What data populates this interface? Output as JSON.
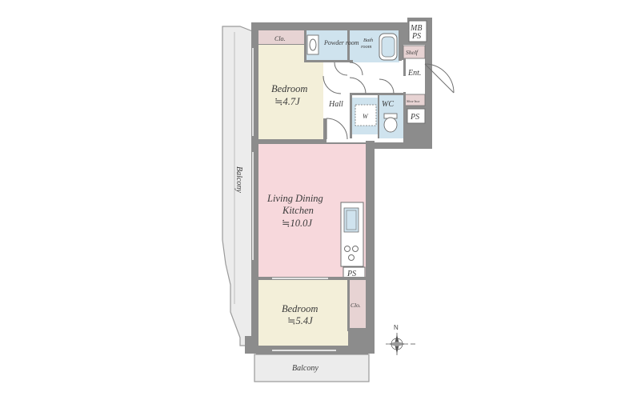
{
  "floor_plan": {
    "rooms": {
      "bedroom_north": {
        "name": "Bedroom",
        "size": "≒4.7J",
        "color": "#f3efd9"
      },
      "ldk": {
        "name_line1": "Living Dining",
        "name_line2": "Kitchen",
        "size": "≒10.0J",
        "color": "#f7d8dc"
      },
      "bedroom_south": {
        "name": "Bedroom",
        "size": "≒5.4J",
        "color": "#f3efd9"
      },
      "powder_room": {
        "name": "Powder room",
        "color": "#cfe3ee"
      },
      "bath_room": {
        "name_line1": "Bath",
        "name_line2": "room",
        "color": "#cfe3ee"
      },
      "wc": {
        "name": "WC",
        "color": "#cfe3ee"
      },
      "hall": {
        "name": "Hall"
      },
      "entrance": {
        "name": "Ent."
      }
    },
    "labels": {
      "closet_north": "Clo.",
      "closet_south": "Clo.",
      "mb_ps_1": "MB",
      "mb_ps_2": "PS",
      "shelf": "Shelf",
      "shoe_box": "Shoe box",
      "ps_wc": "PS",
      "ps_kitchen": "PS",
      "washer": "W",
      "balcony_west": "Balcony",
      "balcony_south": "Balcony",
      "compass_north": "N"
    },
    "colors": {
      "wall": "#8c8c8c",
      "closet": "#e7d3d3",
      "hall_floor": "#ffffff",
      "balcony": "#ececec"
    }
  }
}
